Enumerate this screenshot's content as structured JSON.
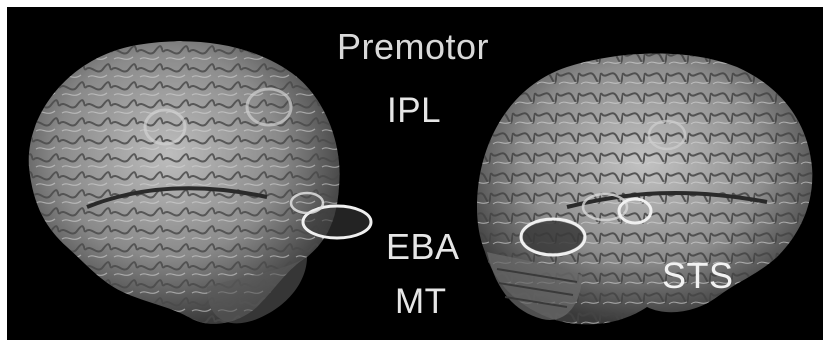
{
  "labels": {
    "premotor": "Premotor",
    "ipl": "IPL",
    "eba": "EBA",
    "mt": "MT",
    "sts": "STS"
  },
  "colors": {
    "background": "#000000",
    "border": "#ffffff",
    "label": "#e6e6e6",
    "roi_outline": "#f0f0f0",
    "roi_fill": "#3a3a3a"
  }
}
